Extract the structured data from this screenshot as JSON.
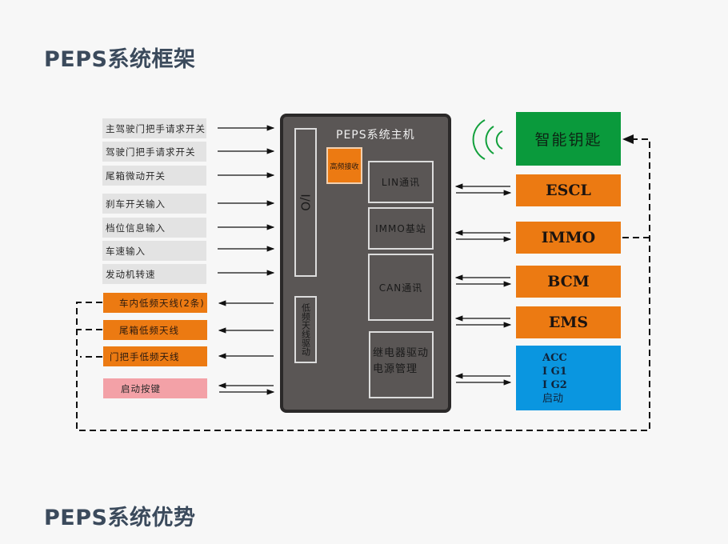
{
  "headings": {
    "framework": "PEPS系统框架",
    "advantages": "PEPS系统优势"
  },
  "inputs": [
    "主驾驶门把手请求开关",
    "驾驶门把手请求开关",
    "尾箱微动开关",
    "刹车开关输入",
    "档位信息输入",
    "车速输入",
    "发动机转速"
  ],
  "antennas": [
    "车内低频天线(2条)",
    "尾箱低频天线",
    "门把手低频天线"
  ],
  "start_button": "启动按键",
  "host": {
    "title": "PEPS系统主机",
    "io": "I/O",
    "rf_receive": "高频接收",
    "lf_driver": "低频天线驱动",
    "lin": "LIN通讯",
    "immo_base": "IMMO基站",
    "can": "CAN通讯",
    "relay_line1": "继电器驱动",
    "relay_line2": "电源管理"
  },
  "right": {
    "smart_key": "智能钥匙",
    "escl": "ESCL",
    "immo": "IMMO",
    "bcm": "BCM",
    "ems": "EMS",
    "power_lines": [
      "ACC",
      "I G1",
      "I G2",
      "启动"
    ]
  },
  "colors": {
    "orange": "#ec7a12",
    "green": "#0a9a3c",
    "blue": "#0a96e0",
    "pink": "#f3a1a7",
    "host": "#5a5655"
  }
}
